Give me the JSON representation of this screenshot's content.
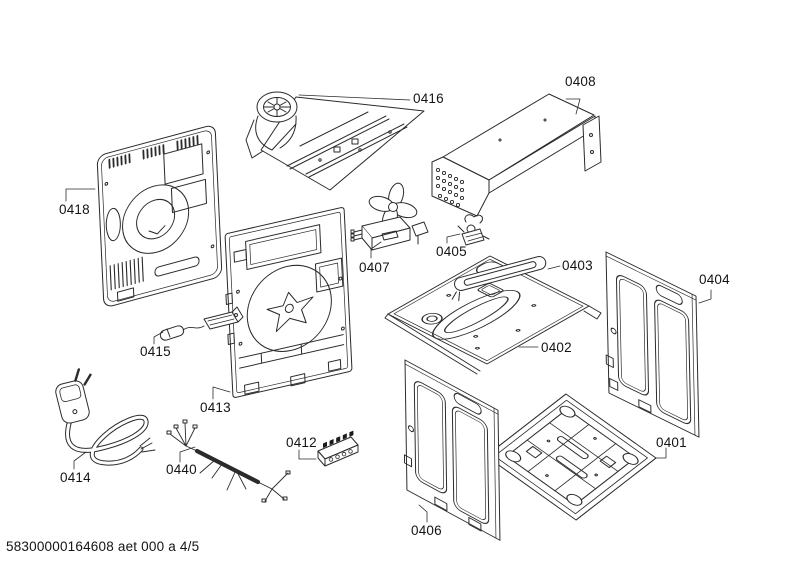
{
  "colors": {
    "background": "#ffffff",
    "line": "#2b2b2b",
    "text": "#141414"
  },
  "footer": {
    "text": "58300000164608 aet 000 a 4/5"
  },
  "diagram": {
    "parts": [
      {
        "label": "0401"
      },
      {
        "label": "0402"
      },
      {
        "label": "0403"
      },
      {
        "label": "0404"
      },
      {
        "label": "0405"
      },
      {
        "label": "0406"
      },
      {
        "label": "0407"
      },
      {
        "label": "0408"
      },
      {
        "label": "0412"
      },
      {
        "label": "0413"
      },
      {
        "label": "0414"
      },
      {
        "label": "0415"
      },
      {
        "label": "0416"
      },
      {
        "label": "0418"
      },
      {
        "label": "0440"
      }
    ]
  }
}
